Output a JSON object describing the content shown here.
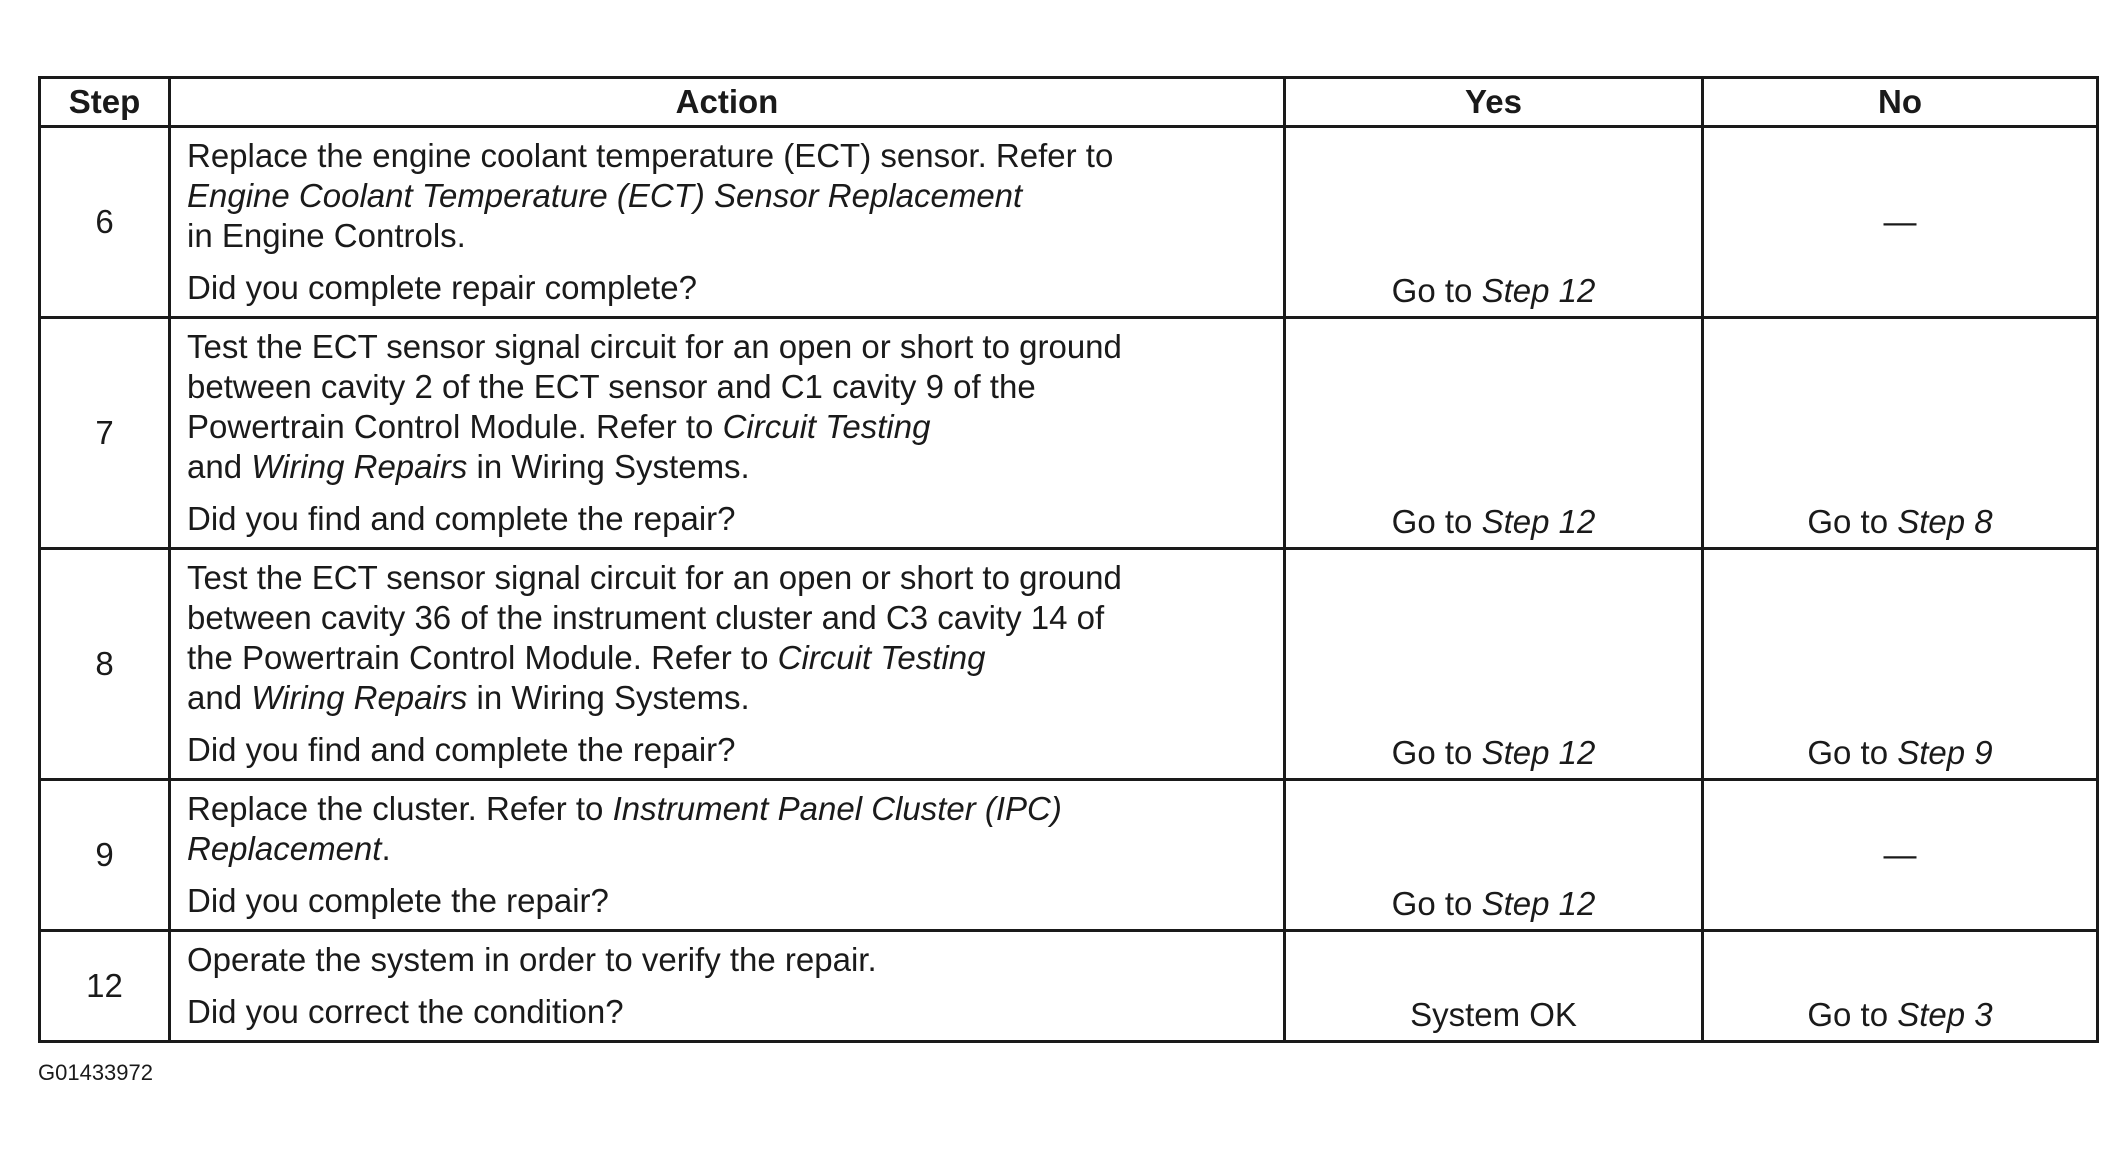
{
  "table": {
    "headers": {
      "step": "Step",
      "action": "Action",
      "yes": "Yes",
      "no": "No"
    },
    "rows": [
      {
        "step": "6",
        "action_parts": [
          {
            "text": "Replace the engine coolant temperature (ECT) sensor. Refer to\n",
            "italic": false
          },
          {
            "text": "Engine Coolant Temperature (ECT) Sensor Replacement",
            "italic": true
          },
          {
            "text": "\nin Engine Controls.",
            "italic": false
          }
        ],
        "question": "Did you complete repair complete?",
        "yes_prefix": "Go to",
        "yes_link": "Step 12",
        "no_prefix": "",
        "no_link": "",
        "no_dash": "—"
      },
      {
        "step": "7",
        "action_parts": [
          {
            "text": "Test the ECT sensor signal circuit for an open or short to ground\nbetween cavity 2 of the ECT sensor and C1 cavity 9 of the\nPowertrain Control Module. Refer to ",
            "italic": false
          },
          {
            "text": "Circuit Testing",
            "italic": true
          },
          {
            "text": "\nand ",
            "italic": false
          },
          {
            "text": "Wiring Repairs",
            "italic": true
          },
          {
            "text": " in Wiring Systems.",
            "italic": false
          }
        ],
        "question": "Did you find and complete the repair?",
        "yes_prefix": "Go to",
        "yes_link": "Step 12",
        "no_prefix": "Go to",
        "no_link": "Step 8",
        "no_dash": ""
      },
      {
        "step": "8",
        "action_parts": [
          {
            "text": "Test the ECT sensor signal circuit for an open or short to ground\nbetween cavity 36 of the instrument cluster and C3 cavity 14 of\nthe Powertrain Control Module. Refer to ",
            "italic": false
          },
          {
            "text": "Circuit Testing",
            "italic": true
          },
          {
            "text": "\nand ",
            "italic": false
          },
          {
            "text": "Wiring Repairs",
            "italic": true
          },
          {
            "text": " in Wiring Systems.",
            "italic": false
          }
        ],
        "question": "Did you find and complete the repair?",
        "yes_prefix": "Go to",
        "yes_link": "Step 12",
        "no_prefix": "Go to",
        "no_link": "Step 9",
        "no_dash": ""
      },
      {
        "step": "9",
        "action_parts": [
          {
            "text": "Replace the cluster. Refer to ",
            "italic": false
          },
          {
            "text": "Instrument Panel Cluster (IPC)\nReplacement",
            "italic": true
          },
          {
            "text": ".",
            "italic": false
          }
        ],
        "question": "Did you complete the repair?",
        "yes_prefix": "Go to",
        "yes_link": "Step 12",
        "no_prefix": "",
        "no_link": "",
        "no_dash": "—"
      },
      {
        "step": "12",
        "action_parts": [
          {
            "text": "Operate the system in order to verify the repair.",
            "italic": false
          }
        ],
        "question": "Did you correct the condition?",
        "yes_prefix": "System OK",
        "yes_link": "",
        "no_prefix": "Go to",
        "no_link": "Step 3",
        "no_dash": ""
      }
    ]
  },
  "figure_id": "G01433972"
}
